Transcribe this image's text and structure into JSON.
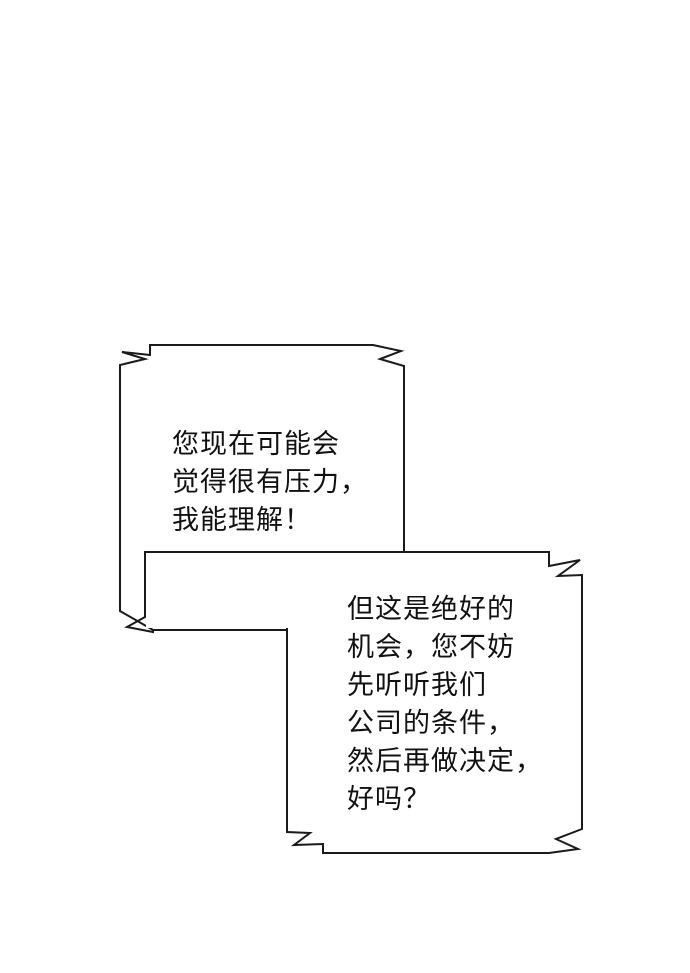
{
  "bubbles": [
    {
      "lines": [
        "您现在可能会",
        "觉得很有压力，",
        "我能理解！"
      ]
    },
    {
      "lines": [
        "但这是绝好的",
        "机会，您不妨",
        "先听听我们",
        "公司的条件，",
        "然后再做决定，",
        "好吗？"
      ]
    }
  ],
  "colors": {
    "background": "#ffffff",
    "outline": "#1a1a1a",
    "text": "#111111"
  }
}
